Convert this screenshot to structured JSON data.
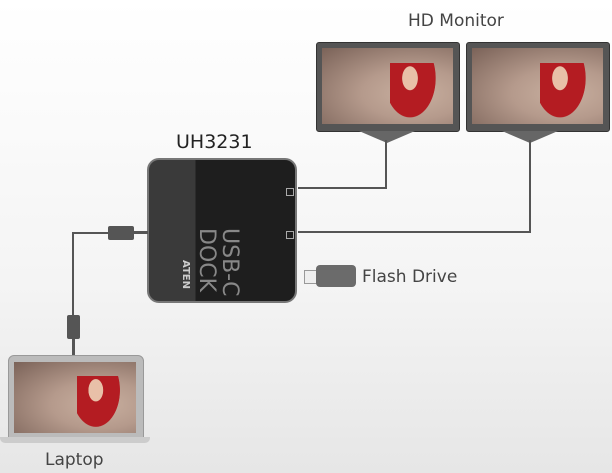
{
  "labels": {
    "monitor": "HD Monitor",
    "dock_model": "UH3231",
    "flash": "Flash Drive",
    "laptop": "Laptop"
  },
  "dock": {
    "text_line1": "USB-C",
    "text_line2": "DOCK",
    "brand": "ATEN"
  }
}
